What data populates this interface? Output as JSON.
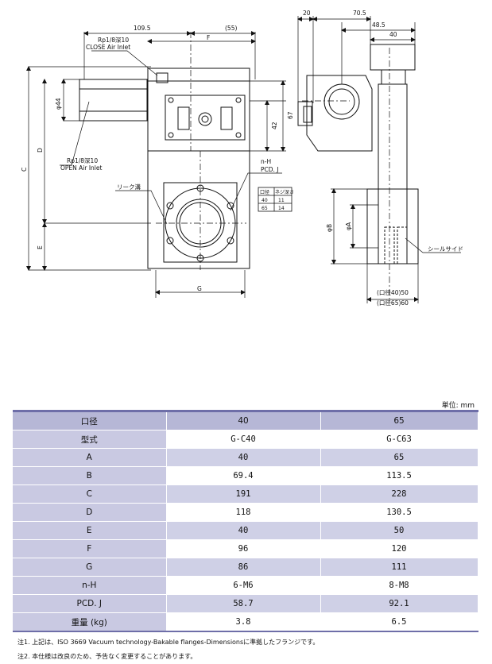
{
  "drawing": {
    "dims": {
      "d109": "109.5",
      "d55": "(55)",
      "F": "F",
      "d20": "20",
      "d705": "70.5",
      "d485": "48.5",
      "d40": "40",
      "phi44": "φ44",
      "d42": "42",
      "d67": "67",
      "C": "C",
      "D": "D",
      "E": "E",
      "G": "G",
      "phiA": "φA",
      "phiB": "φB",
      "bore40": "(口径40)50",
      "bore65": "(口径65)60"
    },
    "labels": {
      "close_port": "Rp1/8深10",
      "close_air": "CLOSE Air Inlet",
      "open_port": "Rp1/8深10",
      "open_air": "OPEN Air Inlet",
      "leak_port": "リーク溝",
      "nh": "n-H",
      "pcd": "PCD. J",
      "seal_side": "シールサイド"
    },
    "mini_table": {
      "headers": [
        "口径",
        "ネジ深さ"
      ],
      "rows": [
        [
          "40",
          "11"
        ],
        [
          "65",
          "14"
        ]
      ]
    }
  },
  "unit_label": "単位: mm",
  "table": {
    "header": {
      "label": "口径",
      "col1": "40",
      "col2": "65"
    },
    "rows": [
      {
        "label": "型式",
        "v1": "G-C40",
        "v2": "G-C63"
      },
      {
        "label": "A",
        "v1": "40",
        "v2": "65"
      },
      {
        "label": "B",
        "v1": "69.4",
        "v2": "113.5"
      },
      {
        "label": "C",
        "v1": "191",
        "v2": "228"
      },
      {
        "label": "D",
        "v1": "118",
        "v2": "130.5"
      },
      {
        "label": "E",
        "v1": "40",
        "v2": "50"
      },
      {
        "label": "F",
        "v1": "96",
        "v2": "120"
      },
      {
        "label": "G",
        "v1": "86",
        "v2": "111"
      },
      {
        "label": "n-H",
        "v1": "6-M6",
        "v2": "8-M8"
      },
      {
        "label": "PCD. J",
        "v1": "58.7",
        "v2": "92.1"
      },
      {
        "label": "重量 (kg)",
        "v1": "3.8",
        "v2": "6.5"
      }
    ]
  },
  "notes": [
    "注1. 上記は、ISO 3669 Vacuum technology-Bakable flanges-Dimensionsに準拠したフランジです。",
    "注2. 本仕様は改良のため、予告なく変更することがあります。"
  ]
}
